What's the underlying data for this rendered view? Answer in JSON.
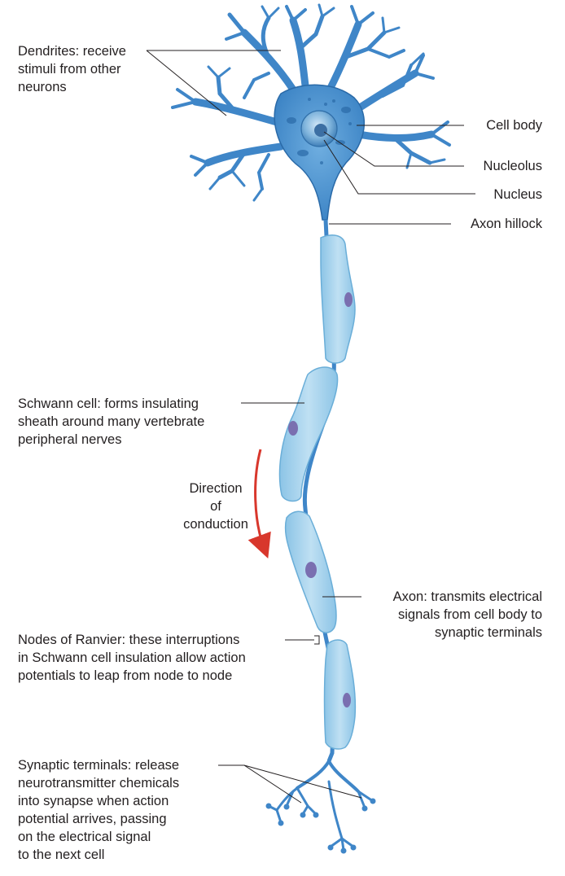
{
  "labels": {
    "dendrites": "Dendrites: receive\nstimuli from other\nneurons",
    "cell_body": "Cell body",
    "nucleolus": "Nucleolus",
    "nucleus": "Nucleus",
    "axon_hillock": "Axon hillock",
    "schwann_cell": "Schwann cell: forms insulating\nsheath around many vertebrate\nperipheral nerves",
    "direction": "Direction\nof\nconduction",
    "axon": "Axon: transmits electrical\nsignals from cell body to\nsynaptic terminals",
    "nodes_of_ranvier": "Nodes of Ranvier: these interruptions\nin Schwann cell insulation allow action\npotentials to leap from node to node",
    "synaptic_terminals": "Synaptic terminals: release\nneurotransmitter chemicals\ninto synapse when action\npotential arrives, passing\non the electrical signal\nto the next cell"
  },
  "colors": {
    "neuron_blue": "#3f86c8",
    "neuron_dark": "#2a6aa8",
    "schwann_fill": "#a8d4ee",
    "schwann_edge": "#6aaed8",
    "nucleus_purple": "#7a6fb0",
    "arrow_red": "#d8372c",
    "line": "#231f20"
  }
}
